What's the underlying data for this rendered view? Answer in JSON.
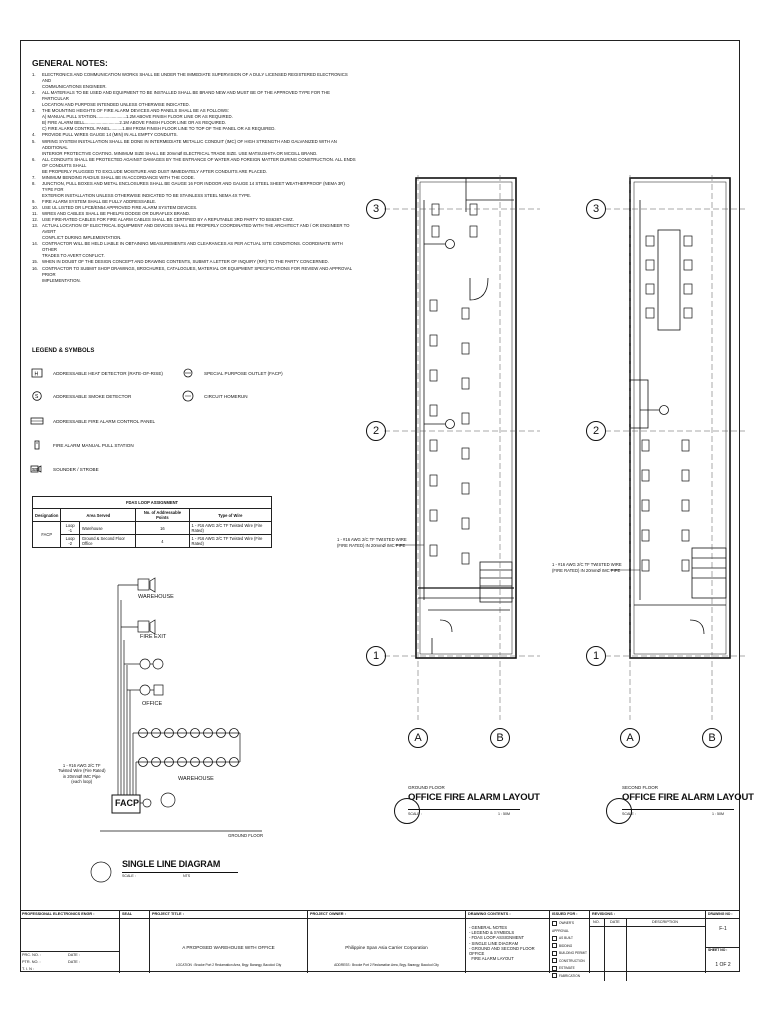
{
  "general_notes": {
    "title": "GENERAL NOTES:",
    "items": [
      {
        "n": "1.",
        "lines": [
          "ELECTRONICS AND COMMUNICATION WORKS SHALL BE UNDER THE IMMEDIATE SUPERVISION OF A DULY LICENSED REGISTERED ELECTRONICS AND",
          "COMMUNICATIONS ENGINEER."
        ]
      },
      {
        "n": "2.",
        "lines": [
          "ALL MATERIALS TO BE USED AND EQUIPMENT TO BE INSTALLED SHALL BE BRAND NEW AND MUST BE OF THE APPROVED TYPE FOR THE PARTICULAR",
          "LOCATION AND PURPOSE INTENDED UNLESS OTHERWISE INDICATED."
        ]
      },
      {
        "n": "3.",
        "lines": [
          "THE MOUNTING HEIGHTS OF FIRE ALARM DEVICES AND PANELS SHALL BE AS FOLLOWS:",
          "A) MANUAL PULL STATION.........................1.2M ABOVE FINISH FLOOR LINE OR AS REQUIRED.",
          "B) FIRE ALARM BELL.............................2.1M ABOVE FINISH FLOOR LINE OR AS REQUIRED.",
          "C) FIRE ALARM CONTROL PANEL..........1.8M FROM FINISH FLOOR LINE TO TOP OF THE PANEL OR AS REQUIRED."
        ]
      },
      {
        "n": "4.",
        "lines": [
          "PROVIDE PULL WIRES GAUGE 14 (MIN) IN ALL EMPTY CONDUITS."
        ]
      },
      {
        "n": "5.",
        "lines": [
          "WIRING SYSTEM INSTALLATION SHALL BE DONE IN INTERMEDIATE METALLIC CONDUIT (IMC) OF HIGH STRENGTH AND GALVANIZED WITH AN ADDITIONAL",
          "INTERIOR PROTECTIVE COATING. MINIMUM SIZE SHALL BE 20mmØ ELECTRICAL TRADE SIZE. USE MATSUSHITA OR MCGILL BRAND."
        ]
      },
      {
        "n": "6.",
        "lines": [
          "ALL CONDUITS SHALL BE PROTECTED AGAINST DAMAGES BY THE ENTRANCE OF WATER AND FOREIGN MATTER DURING CONSTRUCTION. ALL ENDS OF CONDUITS SHALL",
          "BE PROPERLY PLUGGED TO EXCLUDE MOISTURE AND DUST IMMEDIATELY AFTER CONDUITS ARE PLACED."
        ]
      },
      {
        "n": "7.",
        "lines": [
          "MINIMUM BENDING RADIUS SHALL BE IN ACCORDANCE WITH THE CODE."
        ]
      },
      {
        "n": "8.",
        "lines": [
          "JUNCTION, PULL BOXES AND METAL ENCLOSURES SHALL BE GAUGE 16 FOR INDOOR AND GAUGE 14 STEEL SHEET WEATHERPROOF (NEMA 3R) TYPE FOR",
          "EXTERIOR INSTALLATION UNLESS OTHERWISE INDICATED TO BE STAINLESS STEEL NEMA 4X TYPE."
        ]
      },
      {
        "n": "9.",
        "lines": [
          "FIRE ALARM SYSTEM SHALL BE FULLY ADDRESSABLE."
        ]
      },
      {
        "n": "10.",
        "lines": [
          "USE UL LISTED OR LPCB/EN54 APPROVED FIRE ALARM SYSTEM DEVICES."
        ]
      },
      {
        "n": "11.",
        "lines": [
          "WIRES AND CABLES SHALL BE PHELPS DODGE OR DURAFLEX BRAND."
        ]
      },
      {
        "n": "12.",
        "lines": [
          "USE FIRE-RATED CABLES FOR FIRE ALARM CABLES SHALL BE CERTIFIED BY A REPUTABLE 3RD PARTY TO BS6387-CWZ."
        ]
      },
      {
        "n": "13.",
        "lines": [
          "ACTUAL LOCATION OF ELECTRICAL EQUIPMENT AND DEVICES SHALL BE PROPERLY COORDINATED WITH THE ARCHITECT AND / OR ENGINEER TO AVERT",
          "CONFLICT DURING IMPLEMENTATION."
        ]
      },
      {
        "n": "14.",
        "lines": [
          "CONTRACTOR WILL BE HELD LIABLE IN OBTAINING MEASUREMENTS AND CLEARANCES AS PER ACTUAL SITE CONDITIONS. COORDINATE WITH OTHER",
          "TRADES TO AVERT CONFLICT."
        ]
      },
      {
        "n": "15.",
        "lines": [
          "WHEN IN DOUBT OF THE DESIGN CONCEPT AND DRAWING CONTENTS, SUBMIT A LETTER OF INQUIRY (RFI) TO THE PARTY CONCERNED."
        ]
      },
      {
        "n": "16.",
        "lines": [
          "CONTRACTOR TO SUBMIT SHOP DRAWINGS, BROCHURES, CATALOGUES, MATERIAL OR EQUIPMENT SPECIFICATIONS FOR REVIEW AND APPROVAL PRIOR",
          "IMPLEMENTATION."
        ]
      }
    ]
  },
  "legend": {
    "title": "LEGEND & SYMBOLS",
    "items": [
      {
        "label": "ADDRESSABLE HEAT DETECTOR (RATE-OF-RISE)",
        "icon": "heat-detector"
      },
      {
        "label": "ADDRESSABLE SMOKE DETECTOR",
        "icon": "smoke-detector"
      },
      {
        "label": "ADDRESSABLE FIRE ALARM CONTROL PANEL",
        "icon": "facp"
      },
      {
        "label": "FIRE ALARM MANUAL PULL STATION",
        "icon": "pull-station"
      },
      {
        "label": "SOUNDER / STROBE",
        "icon": "sounder-strobe"
      },
      {
        "label": "SPECIAL PURPOSE OUTLET (FACP)",
        "icon": "spo"
      },
      {
        "label": "CIRCUIT HOMERUN",
        "icon": "homerun"
      }
    ]
  },
  "fdas_table": {
    "title": "FDAS LOOP ASSIGNMENT",
    "headers": [
      "Designation",
      "Area Served",
      "No. of Addressable Points",
      "Type of Wire"
    ],
    "group": "FACP",
    "rows": [
      {
        "loop": "Loop -1",
        "area": "Warehouse",
        "points": "16",
        "wire": "1 - #16 AWG 2/C TF Twisted Wire (Fire Rated)"
      },
      {
        "loop": "Loop -2",
        "area": "Ground & Second Floor Office",
        "points": "4",
        "wire": "1 - #16 AWG 2/C TF Twisted Wire (Fire Rated)"
      }
    ]
  },
  "single_line": {
    "labels": {
      "warehouse_top": "WAREHOUSE",
      "fire_exit": "FIRE EXIT",
      "office": "OFFICE",
      "warehouse_bottom": "WAREHOUSE",
      "facp": "FACP",
      "ground_floor": "GROUND FLOOR"
    },
    "wire_note": [
      "1 - #16 AWG 2/C TF",
      "Twisted Wire (Fire Rated)",
      "in 20mmØ IMC Pipe",
      "(each loop)"
    ],
    "title": "SINGLE LINE DIAGRAM",
    "scale_label": "SCALE :",
    "scale": "NTS"
  },
  "plans": {
    "grid_rows": [
      "3",
      "2",
      "1"
    ],
    "grid_cols": [
      "A",
      "B"
    ],
    "wire_note": [
      "1 - #16 AWG 2/C TF TWISTED WIRE",
      "(FIRE RATED) IN 20mmØ IMC PIPE"
    ],
    "ground": {
      "floor": "GROUND FLOOR",
      "title": "OFFICE FIRE ALARM LAYOUT",
      "scale_label": "SCALE :",
      "scale": "1 : 50M"
    },
    "second": {
      "floor": "SECOND FLOOR",
      "title": "OFFICE FIRE ALARM LAYOUT",
      "scale_label": "SCALE :",
      "scale": "1 : 50M"
    }
  },
  "title_block": {
    "engineer_hdr": "PROFESSIONAL ELECTRONICS ENGR :",
    "seal_hdr": "SEAL",
    "prc_no": "PRC. NO. :",
    "ptr_no": "PTR. NO. :",
    "tin": "T. I. N :",
    "date1": "DATE :",
    "date2": "DATE :",
    "project_title_hdr": "PROJECT TITLE :",
    "project_title": "A PROPOSED WAREHOUSE WITH OFFICE",
    "location": "LOCATION : Brooke Port 2 Reclamation Area, Brgy. Barangy, Bacolod City",
    "owner_hdr": "PROJECT OWNER :",
    "owner": "Philippine Span Asia Carrier Corporation",
    "address": "ADDRESS : Brooke Port 2 Reclamation Area, Brgy. Barangy, Bacolod City",
    "contents_hdr": "DRAWING CONTENTS :",
    "contents": [
      "- GENERAL NOTES",
      "- LEGEND & SYMBOLS",
      "- FDAS LOOP ASSIGNMENT",
      "- SINGLE LINE DIAGRAM",
      "- GROUND AND SECOND FLOOR OFFICE",
      "  FIRE ALARM LAYOUT"
    ],
    "issued_hdr": "ISSUED FOR :",
    "issued": [
      "OWNER'S APPROVAL",
      "AS BUILT",
      "BIDDING",
      "BUILDING PERMIT",
      "CONSTRUCTION",
      "ESTIMATE",
      "FABRICATION"
    ],
    "revisions_hdr": "REVISIONS :",
    "rev_cols": [
      "NO.",
      "DATE",
      "DESCRIPTION"
    ],
    "sheet_hdr": "DRAWING NO :",
    "sheet_no": "F-1",
    "sheet_of_hdr": "SHEET NO :",
    "sheet_of": "1 OF 2"
  }
}
